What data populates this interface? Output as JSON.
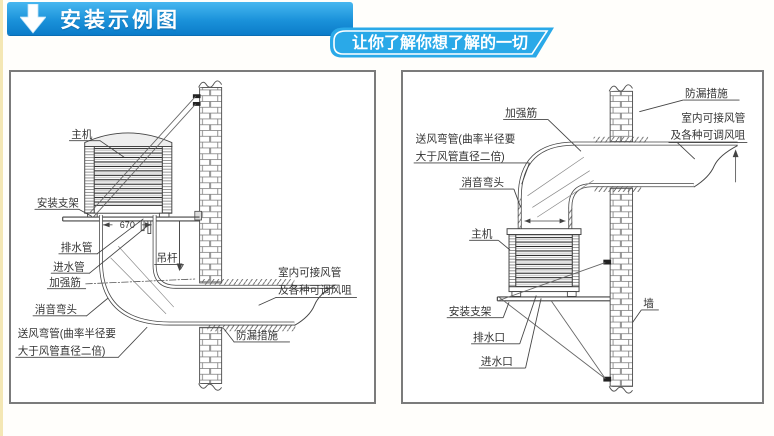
{
  "page": {
    "background": "#fffefb",
    "left_strip_color": "#f4e7b4"
  },
  "header": {
    "title": "安装示例图",
    "arrow_icon": "down-arrow",
    "banner_gradient_top": "#47b7f0",
    "banner_gradient_bottom": "#0b7cc9",
    "ribbon_text": "让你了解你想了解的一切",
    "ribbon_color": "#2aa9e8",
    "text_color": "#ffffff"
  },
  "drawing": {
    "line_color": "#444444",
    "box_border_color": "#7b7b7b",
    "left": {
      "labels": {
        "main_unit": "主机",
        "mounting_bracket": "安装支架",
        "drain_pipe": "排水管",
        "inlet_pipe": "进水管",
        "stiffener": "加强筋",
        "silencer_elbow": "消音弯头",
        "hanger_rod": "吊杆",
        "supply_bend_1": "送风弯管(曲率半径要",
        "supply_bend_2": "大于风管直径二倍)",
        "leak_proofing": "防漏措施",
        "indoor_duct_1": "室内可接风管",
        "indoor_duct_2": "及各种可调风咀"
      },
      "dimension": "670"
    },
    "right": {
      "labels": {
        "stiffener": "加强筋",
        "supply_bend_1": "送风弯管(曲率半径要",
        "supply_bend_2": "大于风管直径二倍)",
        "silencer_elbow": "消音弯头",
        "main_unit": "主机",
        "mounting_bracket": "安装支架",
        "drain_outlet": "排水口",
        "water_inlet": "进水口",
        "leak_proofing": "防漏措施",
        "indoor_duct_1": "室内可接风管",
        "indoor_duct_2": "及各种可调风咀",
        "wall": "墙"
      }
    }
  }
}
